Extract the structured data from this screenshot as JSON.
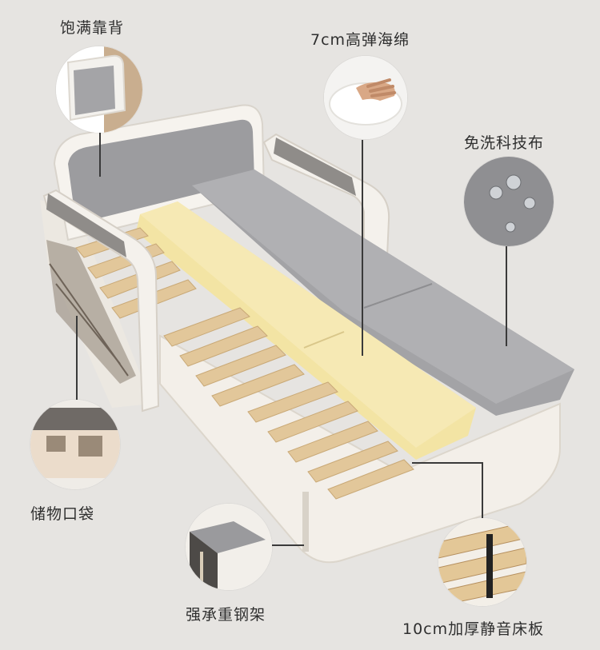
{
  "callouts": {
    "backrest": "饱满靠背",
    "foam": "7cm高弹海绵",
    "fabric": "免洗科技布",
    "pocket": "储物口袋",
    "frame": "强承重钢架",
    "slats": "10cm加厚静音床板"
  },
  "colors": {
    "background": "#e6e4e1",
    "cushion_grey": "#9a9a9c",
    "frame_white": "#f4f1ec",
    "foam_yellow": "#f1e3a6",
    "wood_slat": "#e2c79a"
  }
}
